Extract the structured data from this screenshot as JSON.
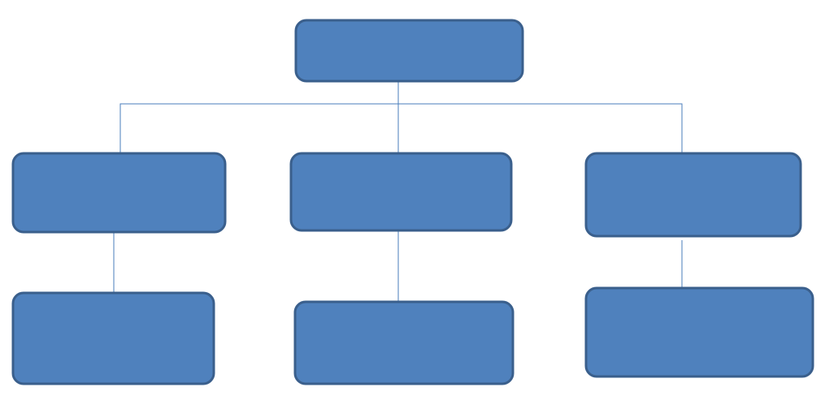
{
  "diagram": {
    "type": "org-chart",
    "colors": {
      "box_fill": "#4f81bd",
      "box_border": "#3a5f8c",
      "connector": "#4a7ebb",
      "background": "#ffffff"
    },
    "nodes": [
      {
        "id": "root",
        "label": ""
      },
      {
        "id": "child-left",
        "label": ""
      },
      {
        "id": "child-center",
        "label": ""
      },
      {
        "id": "child-right",
        "label": ""
      },
      {
        "id": "grandchild-left",
        "label": ""
      },
      {
        "id": "grandchild-center",
        "label": ""
      },
      {
        "id": "grandchild-right",
        "label": ""
      }
    ],
    "edges": [
      {
        "from": "root",
        "to": "child-left"
      },
      {
        "from": "root",
        "to": "child-center"
      },
      {
        "from": "root",
        "to": "child-right"
      },
      {
        "from": "child-left",
        "to": "grandchild-left"
      },
      {
        "from": "child-center",
        "to": "grandchild-center"
      },
      {
        "from": "child-right",
        "to": "grandchild-right"
      }
    ]
  }
}
